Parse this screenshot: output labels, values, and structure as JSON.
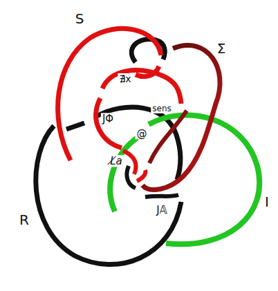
{
  "diagram": {
    "labels": [
      "S",
      "Σ",
      "∄x",
      "JΦ",
      "sens",
      "@",
      "L̸a",
      "J𝔸",
      "R",
      "I"
    ]
  }
}
